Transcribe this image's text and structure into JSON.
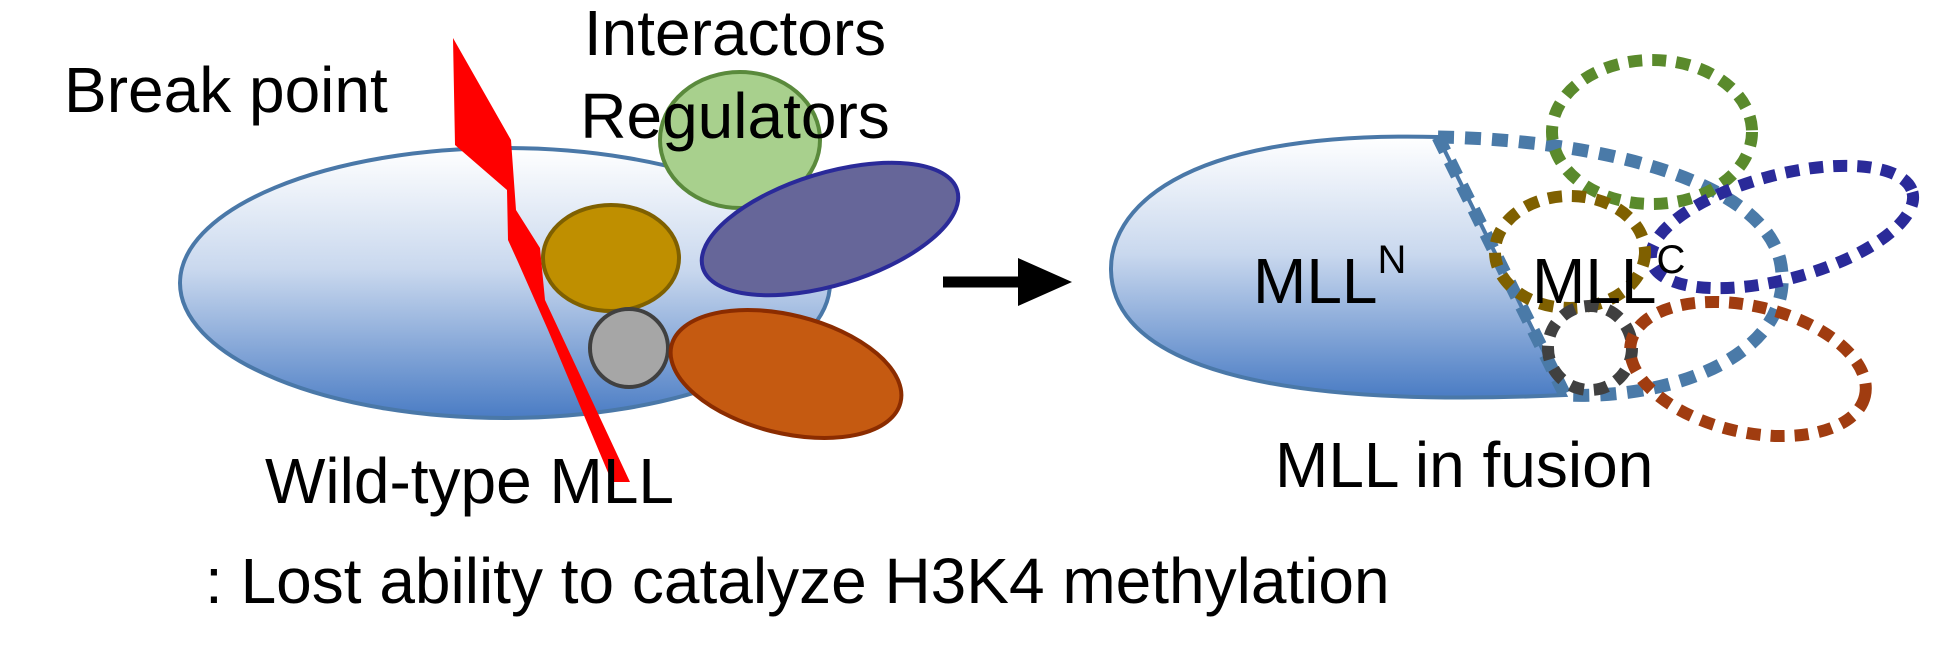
{
  "labels": {
    "break_point": "Break point",
    "interactors": "Interactors",
    "regulators": "Regulators",
    "wild_type": "Wild-type MLL",
    "mll_n_base": "MLL",
    "mll_n_sup": "N",
    "mll_c_base": "MLL",
    "mll_c_sup": "C",
    "fusion": "MLL in fusion",
    "caption": ": Lost ability to catalyze H3K4 methylation"
  },
  "colors": {
    "mll_body_top": "#ffffff",
    "mll_body_bottom": "#4a7cc4",
    "mll_outline": "#4a78a8",
    "break_bolt": "#ff0000",
    "interactor_green": "#a8d08d",
    "interactor_green_edge": "#5a8a3c",
    "interactor_gold": "#bf8f00",
    "interactor_gold_edge": "#7f6000",
    "interactor_purple": "#666699",
    "interactor_purple_edge": "#2a2a99",
    "interactor_gray": "#a6a6a6",
    "interactor_gray_edge": "#404040",
    "interactor_orange": "#c55a11",
    "interactor_orange_edge": "#8b2c00",
    "dotted_green": "#5a8a2c",
    "dotted_blue": "#4a7aa8",
    "dotted_navy": "#2a2a99",
    "dotted_olive": "#7f6000",
    "dotted_rust": "#a03c10",
    "dotted_dark": "#404040",
    "arrow": "#000000"
  }
}
